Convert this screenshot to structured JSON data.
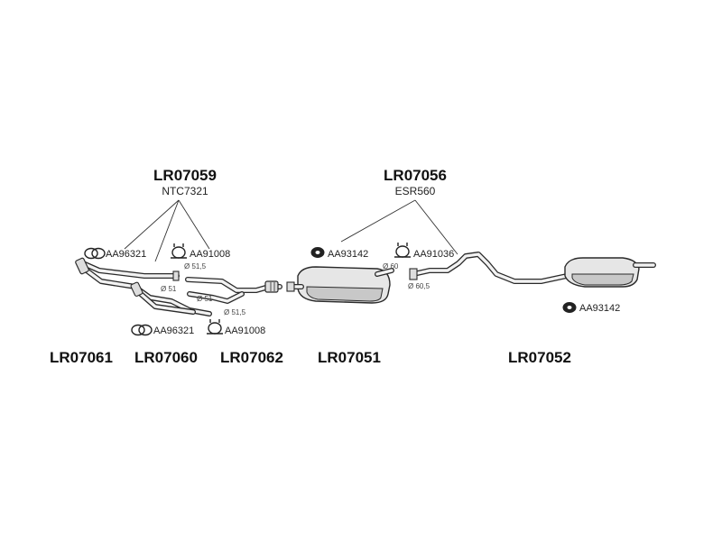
{
  "kits": [
    {
      "code": "LR07059",
      "oem": "NTC7321"
    },
    {
      "code": "LR07056",
      "oem": "ESR560"
    }
  ],
  "accessories": [
    {
      "code": "AA96321",
      "icon": "pipe-clamp-icon"
    },
    {
      "code": "AA91008",
      "icon": "u-bolt-clamp-icon"
    },
    {
      "code": "AA96321",
      "icon": "pipe-clamp-icon"
    },
    {
      "code": "AA91008",
      "icon": "u-bolt-clamp-icon"
    },
    {
      "code": "AA93142",
      "icon": "rubber-mount-icon"
    },
    {
      "code": "AA91036",
      "icon": "u-bolt-clamp-icon"
    },
    {
      "code": "AA93142",
      "icon": "rubber-mount-icon"
    }
  ],
  "dimensions": [
    "Ø 51,5",
    "Ø 51",
    "Ø 51",
    "Ø 51,5",
    "Ø 60",
    "Ø 60,5"
  ],
  "parts": [
    "LR07061",
    "LR07060",
    "LR07062",
    "LR07051",
    "LR07052"
  ],
  "colors": {
    "line": "#2a2a2a",
    "text": "#111111",
    "muffler_fill": "#e6e6e6"
  }
}
